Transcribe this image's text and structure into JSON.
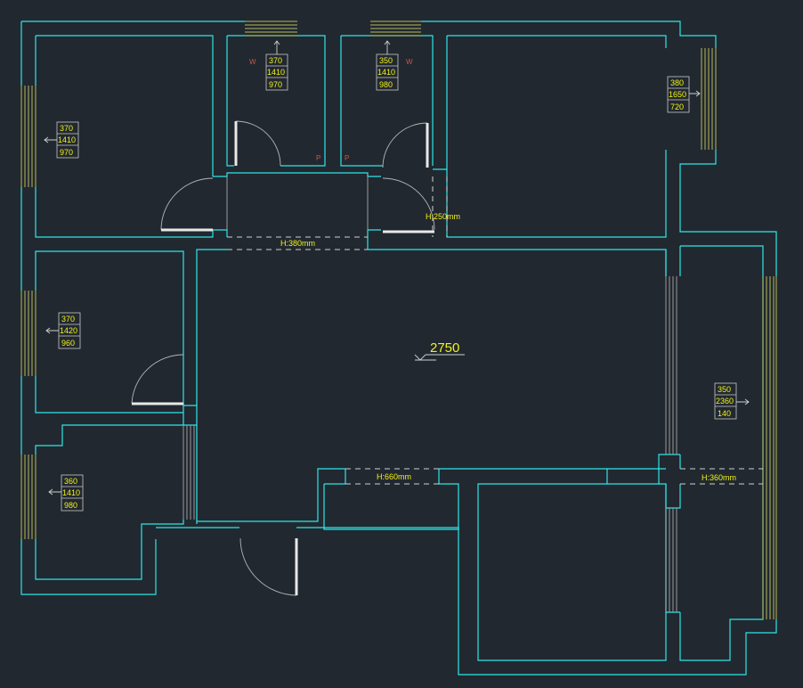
{
  "floor_plan": {
    "ceiling_level": "2750",
    "window_tags": [
      {
        "id": "bedroom-top-left",
        "lines": [
          "370",
          "1410",
          "970"
        ]
      },
      {
        "id": "bath-1",
        "lines": [
          "370",
          "1410",
          "970"
        ]
      },
      {
        "id": "bath-2",
        "lines": [
          "350",
          "1410",
          "980"
        ]
      },
      {
        "id": "kitchen-right",
        "lines": [
          "380",
          "1650",
          "720"
        ]
      },
      {
        "id": "bedroom-mid-left",
        "lines": [
          "370",
          "1420",
          "960"
        ]
      },
      {
        "id": "balcony-right",
        "lines": [
          "350",
          "2360",
          "140"
        ]
      },
      {
        "id": "bedroom-bottom-left",
        "lines": [
          "360",
          "1410",
          "980"
        ]
      }
    ],
    "beam_heights": {
      "corridor": "H:380mm",
      "kitchen": "H:250mm",
      "dining": "H:660mm",
      "balcony": "H:360mm"
    },
    "fixture_marks": {
      "w": "W",
      "p": "P"
    }
  }
}
